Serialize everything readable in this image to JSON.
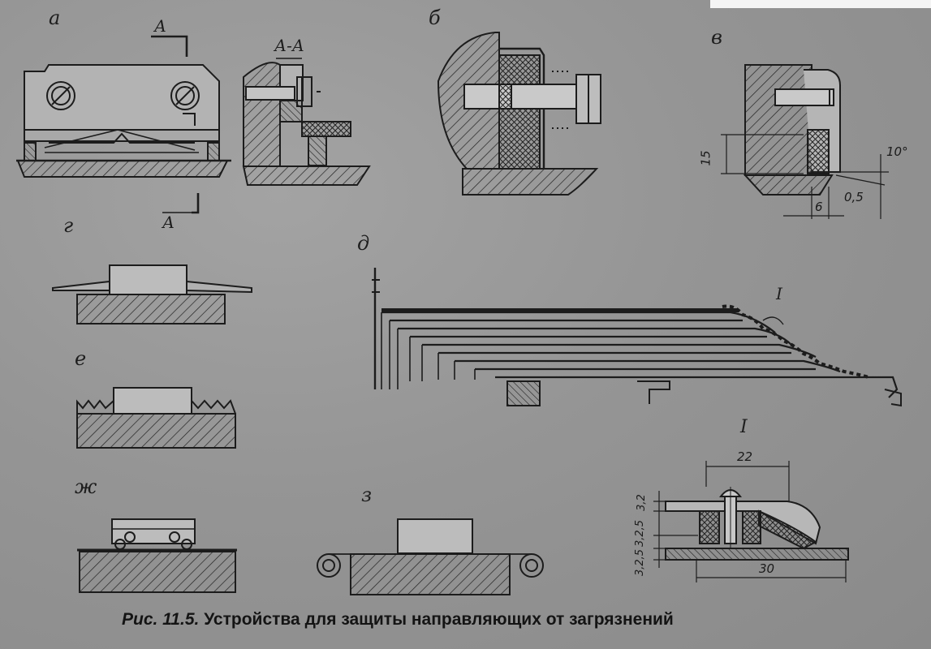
{
  "figure": {
    "labels": {
      "a": "а",
      "section_mark_top": "А",
      "section_mark_bottom": "А",
      "section_title": "А-А",
      "b": "б",
      "v": "в",
      "g": "г",
      "d": "д",
      "detail_mark": "I",
      "e": "е",
      "zh": "ж",
      "z": "з",
      "detail_title": "I"
    },
    "dimensions": {
      "v_height": "15",
      "v_angle": "10°",
      "v_gap": "0,5",
      "v_width": "6",
      "i_top": "22",
      "i_left_1": "3,2",
      "i_left_2": "3,2,5",
      "i_left_3": "3,2,5",
      "i_bottom": "30"
    },
    "caption": {
      "number": "Рис. 11.5.",
      "text": "Устройства для защиты направляющих от загрязнений"
    }
  }
}
